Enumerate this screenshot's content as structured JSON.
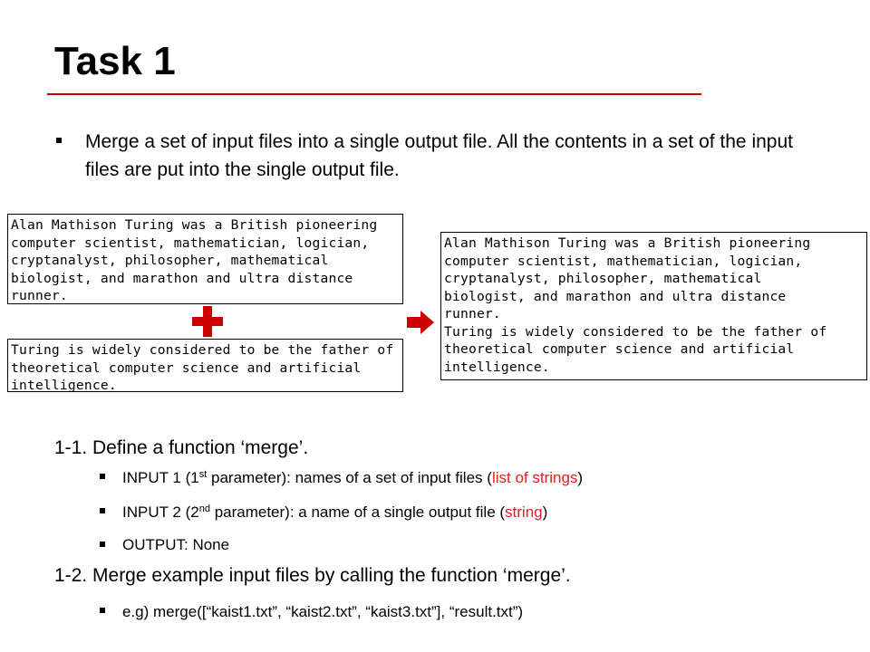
{
  "title": "Task 1",
  "intro": "Merge a set of input files into a single output file. All the contents in a set of the input files are put into the single output file.",
  "example": {
    "file1_lines": [
      "Alan Mathison Turing was a British pioneering",
      "computer scientist, mathematician, logician,",
      "cryptanalyst, philosopher, mathematical",
      "biologist, and marathon and ultra distance",
      "runner."
    ],
    "file2_lines": [
      "Turing is widely considered to be the father of",
      "theoretical computer science and artificial",
      "intelligence."
    ],
    "output_lines": [
      "Alan Mathison Turing was a British pioneering",
      "computer scientist, mathematician, logician,",
      "cryptanalyst, philosopher, mathematical",
      "biologist, and marathon and ultra distance",
      "runner.",
      "Turing is widely considered to be the father of",
      "theoretical computer science and artificial",
      "intelligence."
    ],
    "plus_icon": "plus-icon",
    "arrow_icon": "right-arrow-icon",
    "accent_color": "#cc0000"
  },
  "step1": {
    "heading": "1-1. Define a function ‘merge’.",
    "input1": {
      "prefix": "INPUT 1 (1",
      "sup": "st",
      "middle": " parameter): names of a set of input files (",
      "highlight": "list of strings",
      "suffix": ")"
    },
    "input2": {
      "prefix": "INPUT 2 (2",
      "sup": "nd",
      "middle": " parameter): a name of a single output file (",
      "highlight": "string",
      "suffix": ")"
    },
    "output": "OUTPUT: None"
  },
  "step2": {
    "heading": "1-2. Merge example input files by calling the function ‘merge’.",
    "example": "e.g) merge([“kaist1.txt”, “kaist2.txt”, “kaist3.txt”], “result.txt”)"
  }
}
